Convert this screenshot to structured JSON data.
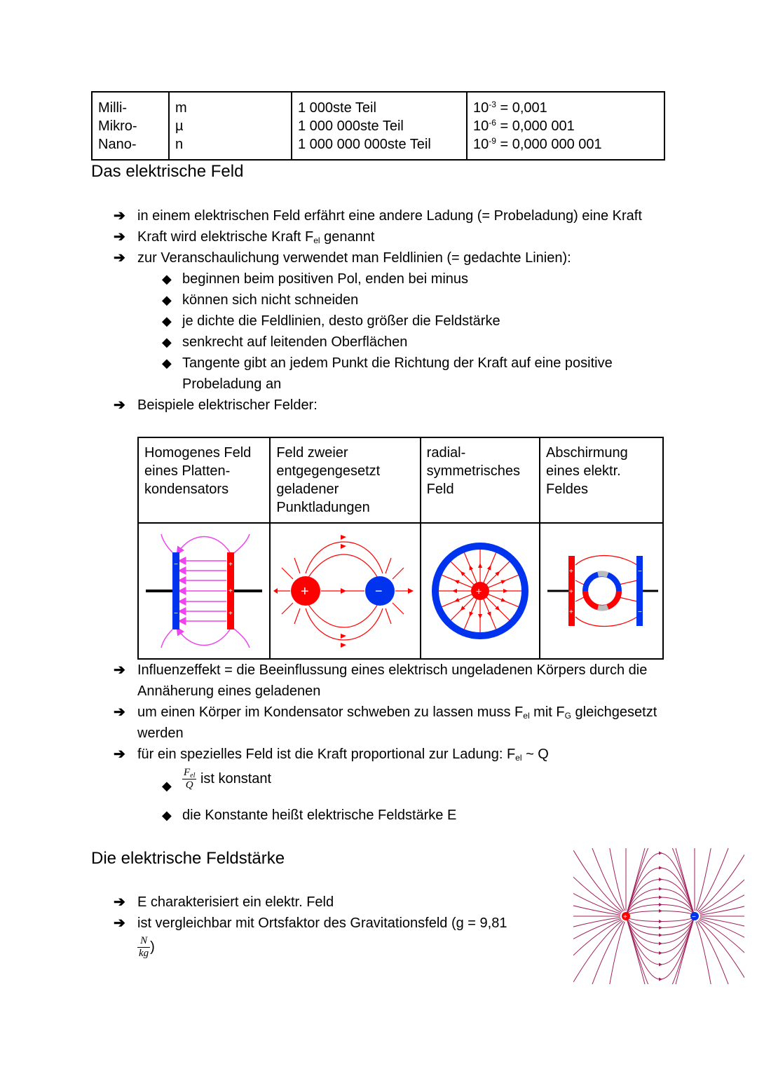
{
  "prefix_table": {
    "col_prefix": [
      "Milli-",
      "Mikro-",
      "Nano-"
    ],
    "col_symbol": [
      "m",
      "µ",
      "n"
    ],
    "col_part": [
      "1 000ste Teil",
      "1 000 000ste Teil",
      "1 000 000 000ste Teil"
    ],
    "col_power": [
      {
        "base": "10",
        "exp": "-3",
        "value": " = 0,001"
      },
      {
        "base": "10",
        "exp": "-6",
        "value": " = 0,000 001"
      },
      {
        "base": "10",
        "exp": "-9",
        "value": " = 0,000 000 001"
      }
    ]
  },
  "section1": {
    "heading": "Das elektrische Feld",
    "b1": "in einem elektrischen Feld erfährt eine andere Ladung (= Probeladung) eine Kraft",
    "b2_pre": "Kraft wird elektrische Kraft F",
    "b2_sub": "el",
    "b2_post": " genannt",
    "b3": "zur Veranschaulichung verwendet man Feldlinien (= gedachte Linien):",
    "sub_items": [
      "beginnen beim positiven Pol, enden bei minus",
      "können sich nicht schneiden",
      "je dichte die Feldlinien, desto größer die Feldstärke",
      "senkrecht auf leitenden Oberflächen",
      "Tangente gibt an jedem Punkt die Richtung der Kraft auf eine positive Probeladung an"
    ],
    "b4": "Beispiele elektrischer Felder:",
    "examples": [
      "Homogenes Feld eines Platten-kondensators",
      "Feld zweier entgegengesetzt geladener Punktladungen",
      "radial-symmetrisches Feld",
      "Abschirmung eines elektr. Feldes"
    ],
    "b5": "Influenzeffekt = die Beeinflussung eines elektrisch ungeladenen Körpers durch die Annäherung eines geladenen",
    "b6_pre": "um einen Körper im Kondensator schweben zu lassen muss F",
    "b6_sub1": "el",
    "b6_mid": " mit F",
    "b6_sub2": "G",
    "b6_post": " gleichgesetzt werden",
    "b7_pre": "für ein spezielles Feld ist die Kraft proportional zur Ladung: F",
    "b7_sub": "el",
    "b7_post": " ~ Q",
    "frac_num": "F",
    "frac_num_sub": "el",
    "frac_den": "Q",
    "s1": " ist konstant",
    "s2": "die Konstante heißt elektrische Feldstärke E"
  },
  "section2": {
    "heading": "Die elektrische Feldstärke",
    "b1": "E charakterisiert ein elektr. Feld",
    "b2": "ist vergleichbar mit Ortsfaktor des Gravitationsfeld (g = 9,81",
    "unit_num": "N",
    "unit_den": "kg",
    "b2_close": ")"
  },
  "symbols": {
    "arrow": "➔",
    "diamond": "◆",
    "plus": "+",
    "minus": "−"
  },
  "colors": {
    "red": "#ff0000",
    "blue": "#0033ee",
    "magenta": "#ee44ee",
    "dipole_line": "#a0205a"
  }
}
